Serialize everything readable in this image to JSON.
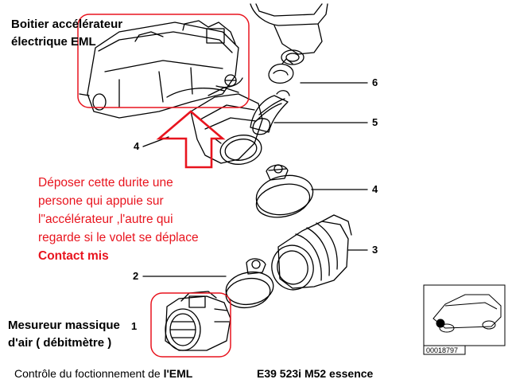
{
  "labels": {
    "eml_line1": "Boitier accélérateur",
    "eml_line2": "électrique EML",
    "instruction_line1": "Déposer cette durite une",
    "instruction_line2": "persone qui appuie sur",
    "instruction_line3": "l\"accélérateur ,l'autre qui",
    "instruction_line4": "regarde si le volet se déplace",
    "instruction_bold": "Contact mis",
    "mass_line1": "Mesureur massique",
    "mass_line2": "d'air ( débitmètre )",
    "caption_left": "Contrôle du foctionnement de ",
    "caption_left_bold": "l'EML",
    "caption_right": "E39 523i M52 essence"
  },
  "callouts": {
    "n6": "6",
    "n5": "5",
    "n4_left": "4",
    "n4_right": "4",
    "n3": "3",
    "n2": "2",
    "n1": "1"
  },
  "reference": {
    "part_code": "00018797"
  },
  "colors": {
    "annotation_red": "#e8141e",
    "line_black": "#000000"
  }
}
